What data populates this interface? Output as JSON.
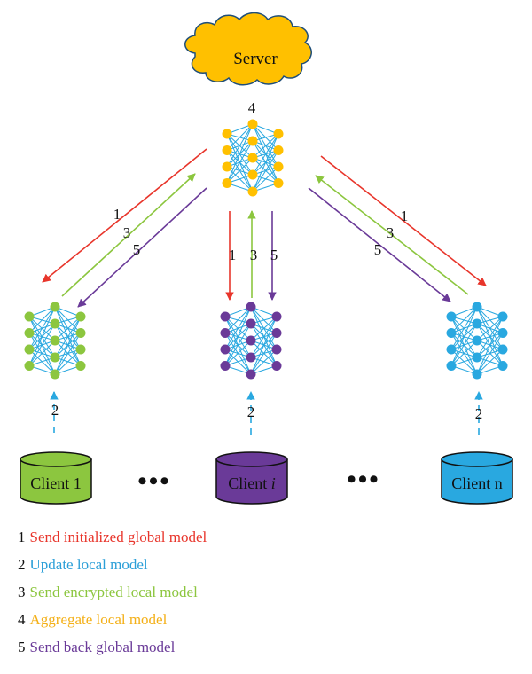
{
  "server": {
    "label": "Server",
    "step": "4"
  },
  "clients": [
    {
      "name": "Client 1",
      "name_italic": ""
    },
    {
      "name": "Client ",
      "name_italic": "i"
    },
    {
      "name": "Client n",
      "name_italic": ""
    }
  ],
  "ellipsis": "•••",
  "step_labels": {
    "send_init": "1",
    "update": "2",
    "send_encrypted": "3",
    "send_back": "5"
  },
  "legend": [
    {
      "num": "1",
      "text": "Send initialized global model",
      "color": "#e8352b"
    },
    {
      "num": "2",
      "text": "Update local model",
      "color": "#2b9fd8"
    },
    {
      "num": "3",
      "text": "Send encrypted local model",
      "color": "#8cc63f"
    },
    {
      "num": "4",
      "text": "Aggregate local model",
      "color": "#f4b018"
    },
    {
      "num": "5",
      "text": "Send back global model",
      "color": "#6a3a98"
    }
  ],
  "colors": {
    "server_fill": "#ffc000",
    "server_stroke": "#1f4e79",
    "network_edges": "#29a8e0",
    "server_nodes": "#ffc000",
    "client1_nodes": "#8cc63f",
    "clienti_nodes": "#6a3a98",
    "clientn_nodes": "#29a8e0",
    "client1_db": "#8cc63f",
    "clienti_db": "#6a3a98",
    "clientn_db": "#29a8e0",
    "arrow_send_init": "#e8352b",
    "arrow_encrypted": "#8cc63f",
    "arrow_send_back": "#6a3a98",
    "arrow_update": "#29a8e0"
  }
}
